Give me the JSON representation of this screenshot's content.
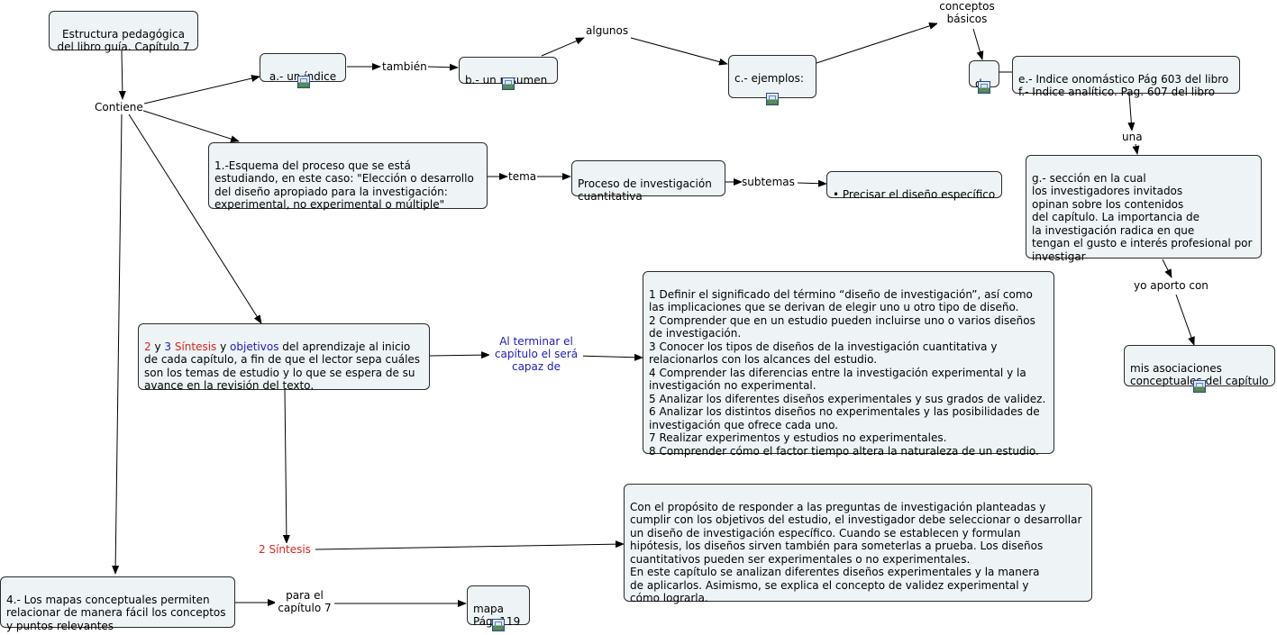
{
  "nodes": {
    "root": "Estructura pedagógica\ndel libro guía. Capítulo 7",
    "indice": "a.- un índice",
    "resumen": "b.- un resumen",
    "ejemplos": "c.- ejemplos:",
    "d": "d.-",
    "ef": "e.- Indice onomástico Pág 603 del libro\nf.- Indice analítico. Pag. 607 del libro",
    "g": "g.- sección en la cual\nlos investigadores invitados\nopinan sobre los contenidos\ndel capítulo. La importancia de\nla investigación radica en que\ntengan el gusto e interés profesional por\ninvestigar",
    "asociaciones": "mis asociaciones\nconceptuales del capítulo",
    "esquema": "1.-Esquema del proceso que se está\nestudiando, en este caso: \"Elección o desarrollo\ndel diseño apropiado para la investigación:\nexperimental, no experimental o múltiple\"",
    "proceso": "Proceso de investigación\ncuantitativa",
    "precisar": "• Precisar el diseño específico",
    "sintesis_obj": {
      "n2": "2",
      "y1": " y ",
      "n3": "3",
      "sintesis": "  Síntesis",
      "y2": " y ",
      "objetivos": "objetivos",
      "rest1": " del aprendizaje al inicio",
      "rest2": "de cada capítulo, a fin de que el lector sepa cuáles\nson los temas de estudio y lo que se espera de su\navance en la revisión del texto."
    },
    "objetivos_lista": "1 Definir el significado del término “diseño de investigación”, así como\nlas implicaciones que se derivan de elegir uno u otro tipo de diseño.\n2 Comprender que en un estudio pueden incluirse uno o varios diseños\nde investigación.\n3 Conocer los tipos de diseños de la investigación cuantitativa y\nrelacionarlos con los alcances del estudio.\n4 Comprender las diferencias entre la investigación experimental y la\ninvestigación no experimental.\n5 Analizar los diferentes diseños experimentales y sus grados de validez.\n6 Analizar los distintos diseños no experimentales y las posibilidades de\ninvestigación que ofrece cada uno.\n7 Realizar experimentos y estudios no experimentales.\n8 Comprender cómo el factor tiempo altera la naturaleza de un estudio.",
    "sintesis_texto": "Con el propósito de responder a las preguntas de investigación planteadas y\ncumplir con los objetivos del estudio, el investigador debe seleccionar o desarrollar\nun diseño de investigación específico. Cuando se establecen y formulan\nhipótesis, los diseños sirven también para someterlas a prueba. Los diseños\ncuantitativos pueden ser experimentales o no experimentales.\nEn este capítulo se analizan diferentes diseños experimentales y la manera\nde aplicarlos. Asimismo, se explica el concepto de validez experimental y\ncómo lograrla.",
    "mapas": "4.- Los mapas conceptuales permiten\nrelacionar de manera fácil los conceptos\ny puntos relevantes",
    "mapa": "mapa\nPág. 119"
  },
  "labels": {
    "contiene": "Contiene",
    "tambien": "también",
    "algunos": "algunos",
    "conceptos": "conceptos\nbásicos",
    "una": "una",
    "yo_aporto": "yo aporto con",
    "tema": "tema",
    "subtemas": "subtemas",
    "al_terminar": "Al terminar el\ncapítulo el será\ncapaz de",
    "dos_sintesis": "2 Síntesis",
    "para_el": "para el\ncapítulo 7"
  },
  "colors": {
    "node_bg": "#eef3f5",
    "border": "#2a2a2a",
    "red": "#e0221f",
    "blue": "#1d1db8"
  }
}
